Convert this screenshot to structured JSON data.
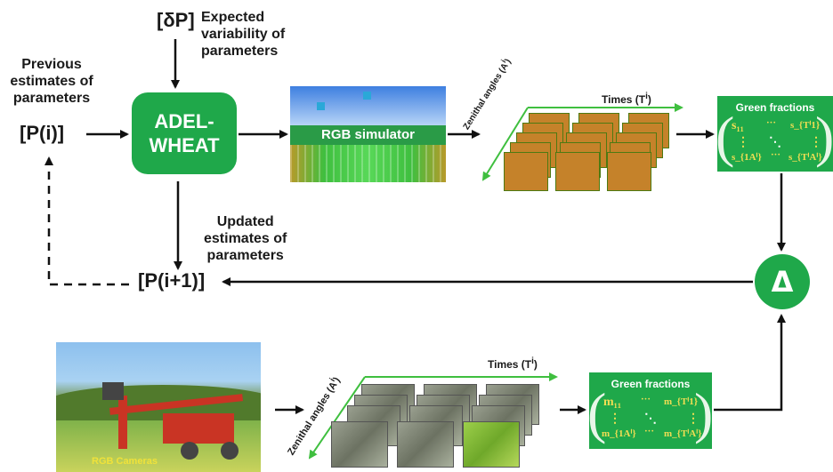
{
  "labels": {
    "delta_p": "[δP]",
    "expected_1": "Expected",
    "expected_2": "variability of",
    "expected_3": "parameters",
    "previous_1": "Previous",
    "previous_2": "estimates of",
    "previous_3": "parameters",
    "p_i": "[P(i)]",
    "adel_1": "ADEL-",
    "adel_2": "WHEAT",
    "rgb_simulator": "RGB simulator",
    "updated_1": "Updated",
    "updated_2": "estimates of",
    "updated_3": "parameters",
    "p_i1": "[P(i+1)]",
    "delta": "Δ",
    "times_top": "Times (T",
    "times_top_sup": "i",
    "zenith_top": "Zenithal angles (A",
    "zenith_top_sup": "i",
    "times_bottom": "Times (T",
    "times_bottom_sup": "i",
    "zenith_bottom": "Zenithal angles (A",
    "zenith_bottom_sup": "i",
    "green_fractions_top": "Green fractions",
    "green_fractions_bottom": "Green fractions",
    "rgb_cameras": "RGB Cameras"
  },
  "matrix_top": {
    "a11": "s₁₁",
    "aT1": "s_{Tⁱ1}",
    "a1A": "s_{1Aⁱ}",
    "aTA": "s_{TⁱAⁱ}",
    "hdots": "···",
    "vdots": "⋮",
    "ddots": "⋱"
  },
  "matrix_bottom": {
    "a11": "m₁₁",
    "aT1": "m_{Tⁱ1}",
    "a1A": "m_{1Aⁱ}",
    "aTA": "m_{TⁱAⁱ}",
    "hdots": "···",
    "vdots": "⋮",
    "ddots": "⋱"
  },
  "colors": {
    "accent_green": "#1fa84a",
    "matrix_text": "#f1de53",
    "arrow": "#111111",
    "axis_green": "#3fbf3f"
  }
}
